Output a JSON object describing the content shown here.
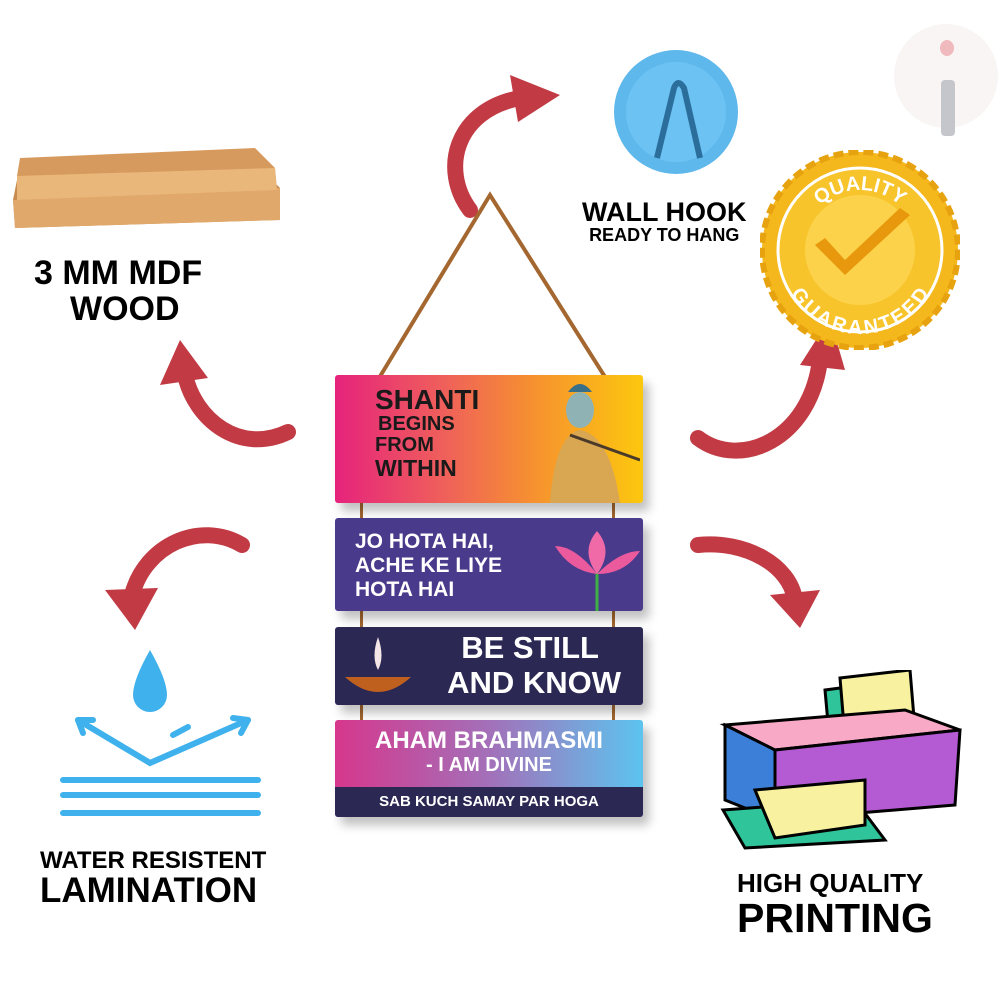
{
  "features": {
    "wood": {
      "line1": "3 MM MDF",
      "line2": "WOOD"
    },
    "hook": {
      "title": "WALL HOOK",
      "subtitle": "READY TO HANG"
    },
    "badge": {
      "top": "QUALITY",
      "bottom": "GUARANTEED"
    },
    "lamination": {
      "line1": "WATER RESISTENT",
      "line2": "LAMINATION"
    },
    "printing": {
      "line1": "HIGH QUALITY",
      "line2": "PRINTING"
    }
  },
  "signs": [
    {
      "lines": [
        "SHANTI",
        "BEGINS",
        "FROM",
        "WITHIN"
      ]
    },
    {
      "lines": [
        "JO HOTA HAI,",
        "ACHE KE LIYE",
        "HOTA HAI"
      ]
    },
    {
      "lines": [
        "BE STILL",
        "AND KNOW"
      ]
    },
    {
      "lines": [
        "AHAM BRAHMASMI",
        "- I AM DIVINE"
      ],
      "strip": "SAB KUCH SAMAY PAR HOGA"
    }
  ],
  "colors": {
    "arrow": "#c23b44",
    "hook": "#5fb8ec",
    "badge": "#f5b81c"
  }
}
